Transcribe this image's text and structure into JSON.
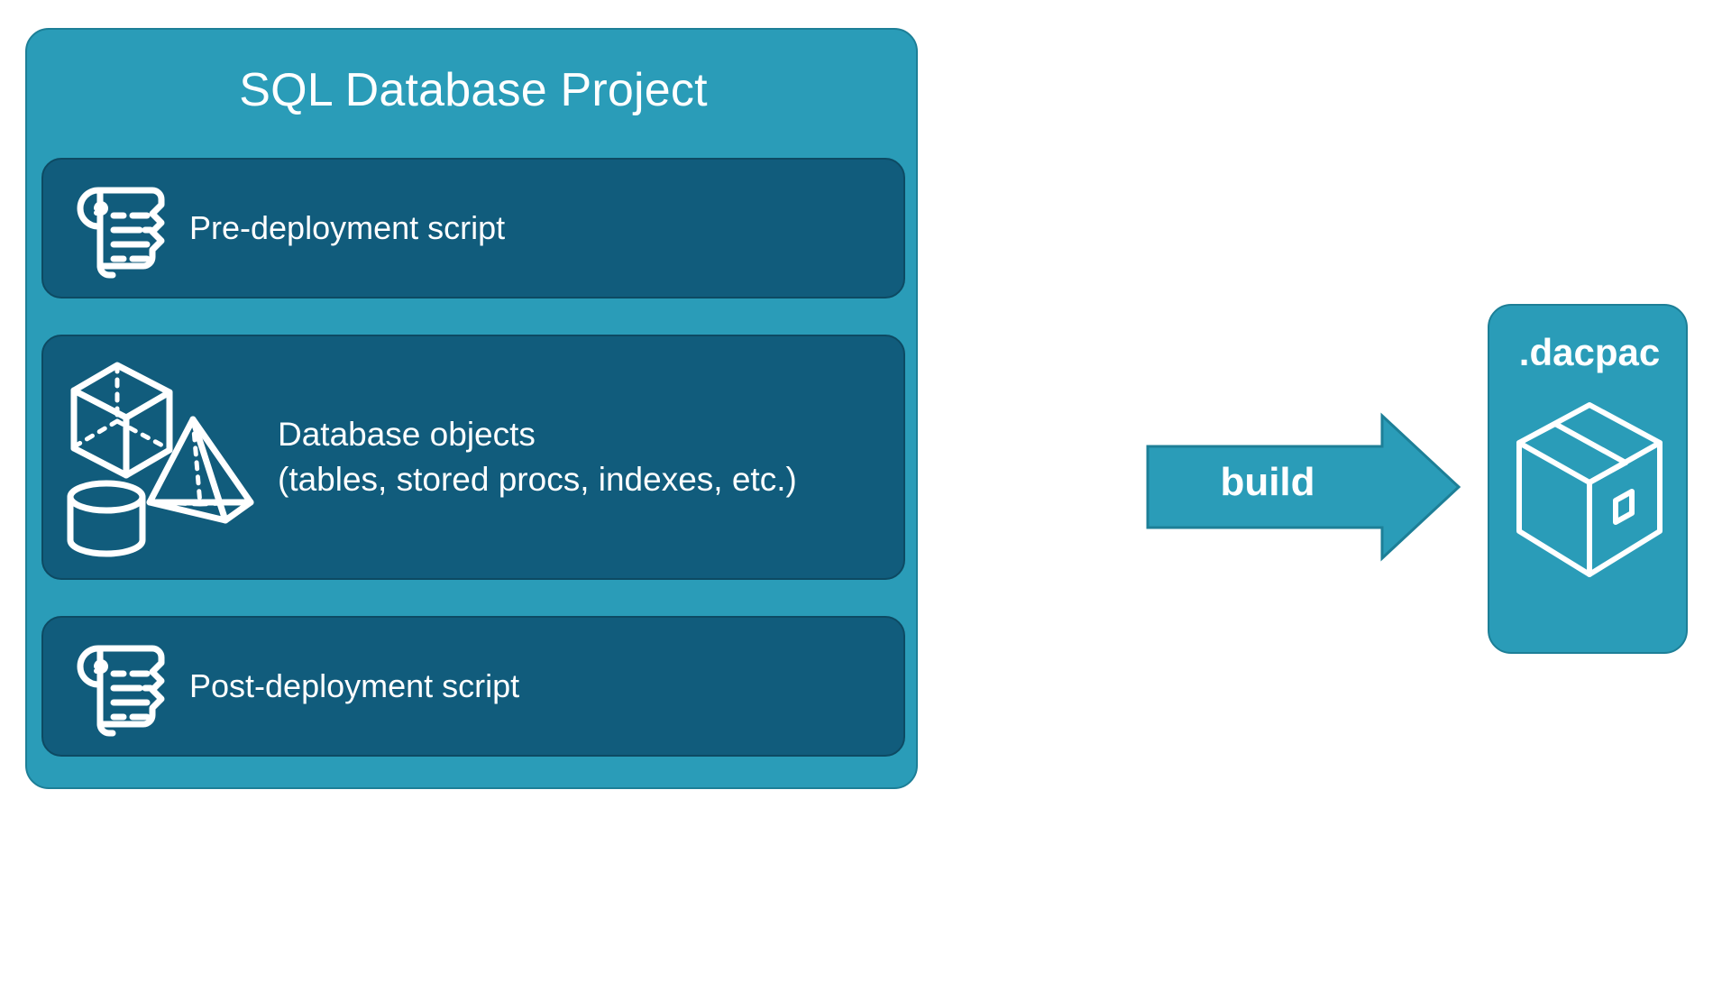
{
  "diagram": {
    "type": "flow-diagram",
    "background_color": "#ffffff",
    "accent_color": "#2a9cb8",
    "panel_color": "#115c7c",
    "stroke_color": "#ffffff"
  },
  "project": {
    "title": "SQL Database Project",
    "rows": [
      {
        "id": "pre-deployment",
        "label": "Pre-deployment script",
        "icon": "scroll-icon"
      },
      {
        "id": "database-objects",
        "label": "Database objects\n(tables, stored procs, indexes, etc.)",
        "line1": "Database objects",
        "line2": "(tables, stored procs, indexes, etc.)",
        "icons": [
          "cube-icon",
          "pyramid-icon",
          "cylinder-icon"
        ]
      },
      {
        "id": "post-deployment",
        "label": "Post-deployment script",
        "icon": "scroll-icon"
      }
    ]
  },
  "build": {
    "label": "build",
    "icon": "right-arrow-icon"
  },
  "output": {
    "title": ".dacpac",
    "icon": "package-box-icon"
  }
}
